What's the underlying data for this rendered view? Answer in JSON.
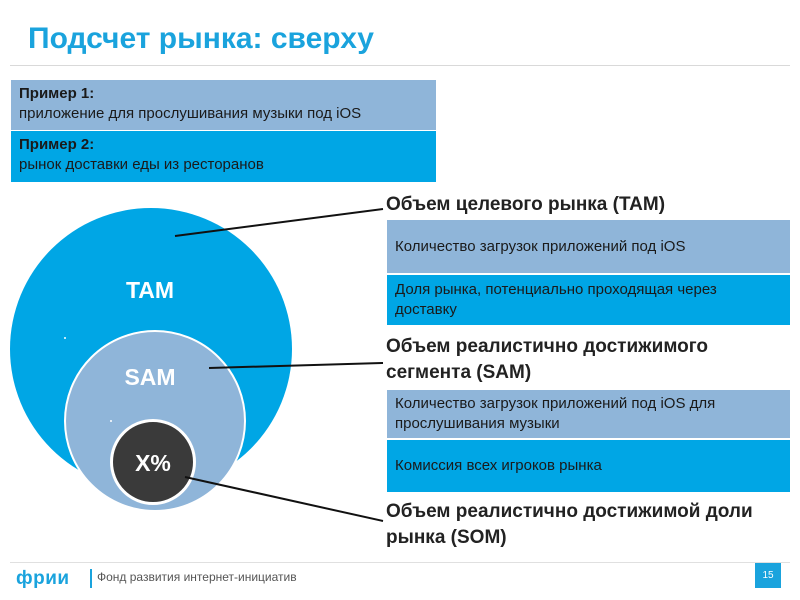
{
  "slide": {
    "title": "Подсчет рынка: сверху",
    "page_number": "15"
  },
  "examples": [
    {
      "title": "Пример 1:",
      "text": "приложение для прослушивания музыки под iOS"
    },
    {
      "title": "Пример 2:",
      "text": "рынок доставки еды из ресторанов"
    }
  ],
  "diagram": {
    "tam_label": "TAM",
    "sam_label": "SAM",
    "som_label": "X%",
    "colors": {
      "tam": "#00a6e5",
      "sam": "#8fb5d9",
      "som": "#3a3a3a"
    }
  },
  "sections": {
    "tam": {
      "heading": "Объем целевого рынка (TAM)",
      "items": [
        "Количество загрузок приложений под iOS",
        "Доля рынка, потенциально проходящая через доставку"
      ]
    },
    "sam": {
      "heading": "Объем реалистично достижимого сегмента (SAM)",
      "items": [
        "Количество загрузок приложений под iOS для прослушивания музыки",
        "Комиссия всех игроков рынка"
      ]
    },
    "som": {
      "heading": "Объем реалистично достижимой доли рынка (SOM)"
    }
  },
  "footer": {
    "logo_text": "фрии",
    "org_name": "Фонд развития интернет-инициатив"
  }
}
